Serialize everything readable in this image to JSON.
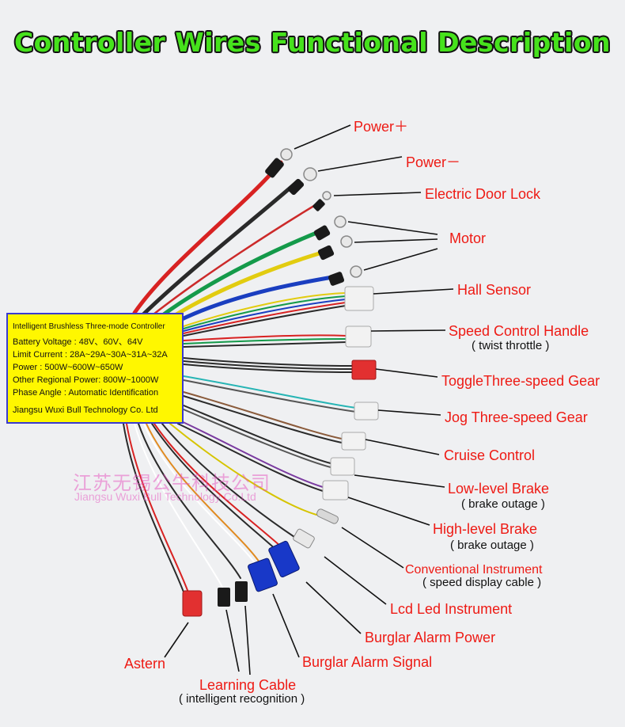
{
  "title": "Controller Wires Functional Description",
  "spec_box": {
    "heading": "Intelligent Brushless Three-mode Controller",
    "rows": [
      "Battery Voltage : 48V、60V、64V",
      "Limit Current : 28A~29A~30A~31A~32A",
      "Power : 500W~600W~650W",
      "Other Regional Power:  800W~1000W",
      "Phase Angle : Automatic Identification"
    ],
    "company": "Jiangsu Wuxi Bull Technology Co. Ltd"
  },
  "watermark": {
    "cn": "江苏无锡公牛科技公司",
    "en": "Jiangsu Wuxi Bull Technology Co.Ltd"
  },
  "labels": {
    "power_plus": "Power＋",
    "power_minus": "Power－",
    "door_lock": "Electric Door Lock",
    "motor": "Motor",
    "hall": "Hall Sensor",
    "speed_handle": "Speed Control Handle",
    "speed_handle_sub": "( twist throttle )",
    "toggle_gear": "ToggleThree-speed Gear",
    "jog_gear": "Jog Three-speed Gear",
    "cruise": "Cruise Control",
    "low_brake": "Low-level Brake",
    "low_brake_sub": "( brake outage )",
    "high_brake": "High-level Brake",
    "high_brake_sub": "( brake outage )",
    "conv_instrument": "Conventional Instrument",
    "conv_instrument_sub": "( speed display cable )",
    "lcd": "Lcd Led Instrument",
    "alarm_power": "Burglar Alarm Power",
    "alarm_signal": "Burglar Alarm Signal",
    "astern": "Astern",
    "learning": "Learning Cable",
    "learning_sub": "( intelligent  recognition )"
  },
  "colors": {
    "title_fill": "#46e21c",
    "label_red": "#ee1a14",
    "spec_box_fill": "#fff700",
    "spec_box_border": "#3a3ad0"
  }
}
